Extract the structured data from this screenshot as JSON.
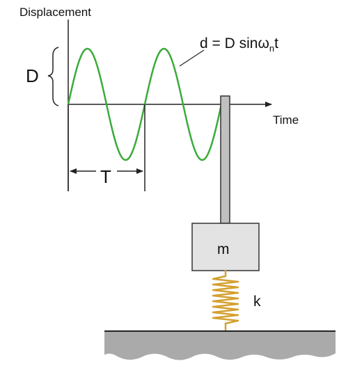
{
  "labels": {
    "y_axis": "Displacement",
    "x_axis": "Time",
    "amplitude": "D",
    "equation_main": "d = D sinω",
    "equation_sub": "n",
    "equation_tail": "t",
    "period": "T",
    "mass": "m",
    "spring": "k"
  },
  "colors": {
    "wave": "#3aab3a",
    "spring": "#d4a030",
    "mass_fill": "#e3e3e3",
    "rod_fill": "#c0c0c0",
    "ground_fill": "#aaaaaa",
    "stroke": "#222222"
  }
}
